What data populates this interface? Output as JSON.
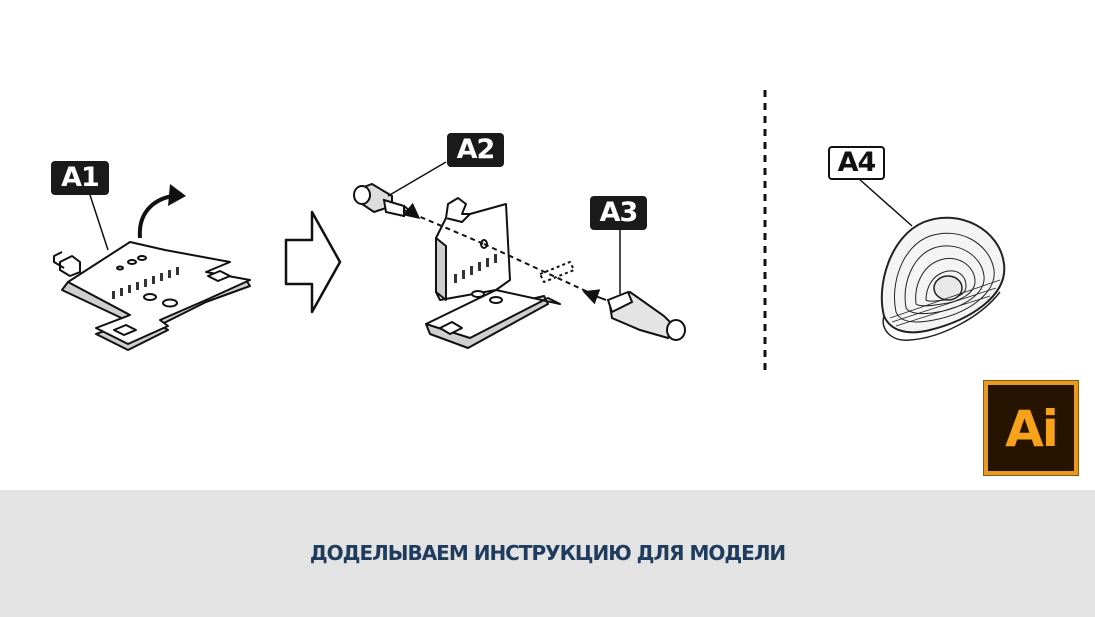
{
  "labels": {
    "a1": "A1",
    "a2": "A2",
    "a3": "A3",
    "a4": "A4"
  },
  "logo": {
    "text": "Ai",
    "background": "#261300",
    "accent": "#f7a21b"
  },
  "banner": {
    "title": "ДОДЕЛЫВАЕМ ИНСТРУКЦИЮ ДЛЯ МОДЕЛИ",
    "color": "#1f3c5e",
    "background": "#e3e3e3"
  },
  "icons": [
    "rotate-arrow-icon",
    "step-arrow-icon",
    "dashed-divider"
  ]
}
